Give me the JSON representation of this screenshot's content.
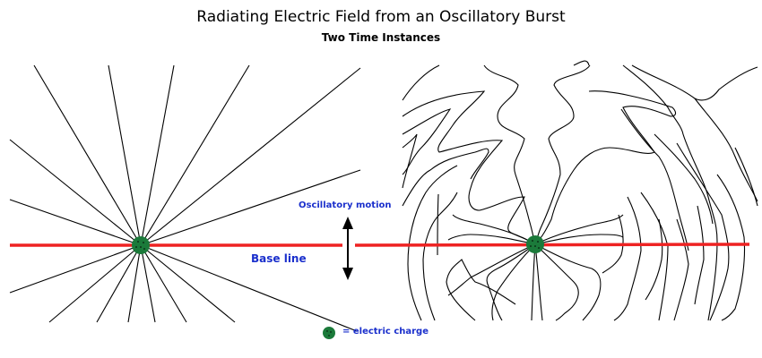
{
  "title": "Radiating Electric Field from an Oscillatory Burst",
  "subtitle": "Two Time Instances",
  "labels": {
    "oscillatory_motion": "Oscillatory motion",
    "base_line": "Base line",
    "legend": "= electric charge"
  },
  "colors": {
    "base_line": "#ee2222",
    "charge": "#1b7a3a",
    "label_text": "#1a2fcc",
    "field_line": "#000000"
  },
  "panels": [
    {
      "name": "static-field",
      "description": "Straight radial field lines from a charge at rest"
    },
    {
      "name": "radiating-field",
      "description": "Kinked radial field lines after oscillatory burst"
    }
  ]
}
